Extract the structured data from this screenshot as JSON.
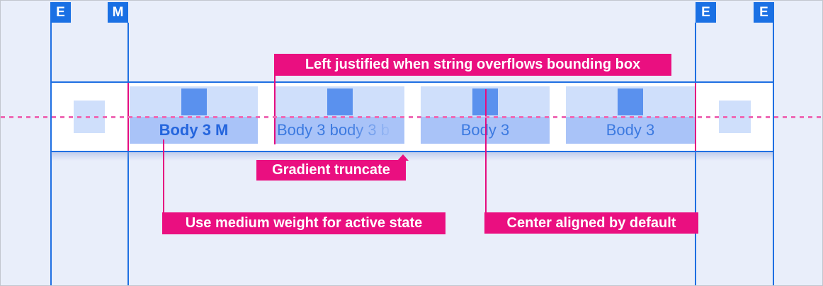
{
  "markers": [
    {
      "label": "E"
    },
    {
      "label": "M"
    },
    {
      "label": "E"
    },
    {
      "label": "E"
    }
  ],
  "tab_bar": {
    "tabs": [
      {
        "label": "Body 3 M",
        "state": "active",
        "weight": "medium"
      },
      {
        "label": "Body 3 body 3 b",
        "state": "default",
        "truncation": "gradient"
      },
      {
        "label": "Body 3",
        "state": "default"
      },
      {
        "label": "Body 3",
        "state": "default"
      }
    ]
  },
  "annotations": [
    {
      "text": "Left justified when string overflows bounding box"
    },
    {
      "text": "Gradient truncate"
    },
    {
      "text": "Use medium weight for active state"
    },
    {
      "text": "Center aligned by default"
    }
  ],
  "colors": {
    "accent_blue": "#1a70e4",
    "guide_line_blue": "#1e6fe2",
    "tab_square_blue": "#5a91ee",
    "tab_band_light": "#cfdffb",
    "tab_band_medium": "#a9c3f8",
    "tab_text_blue": "#3b79e0",
    "active_text_blue": "#2465dd",
    "annotation_pink": "#ea0f80",
    "redline_pink": "#e50d80",
    "dashed_baseline_pink": "#ee6ab5",
    "background": "#e9eefa",
    "bar_background": "#ffffff"
  }
}
